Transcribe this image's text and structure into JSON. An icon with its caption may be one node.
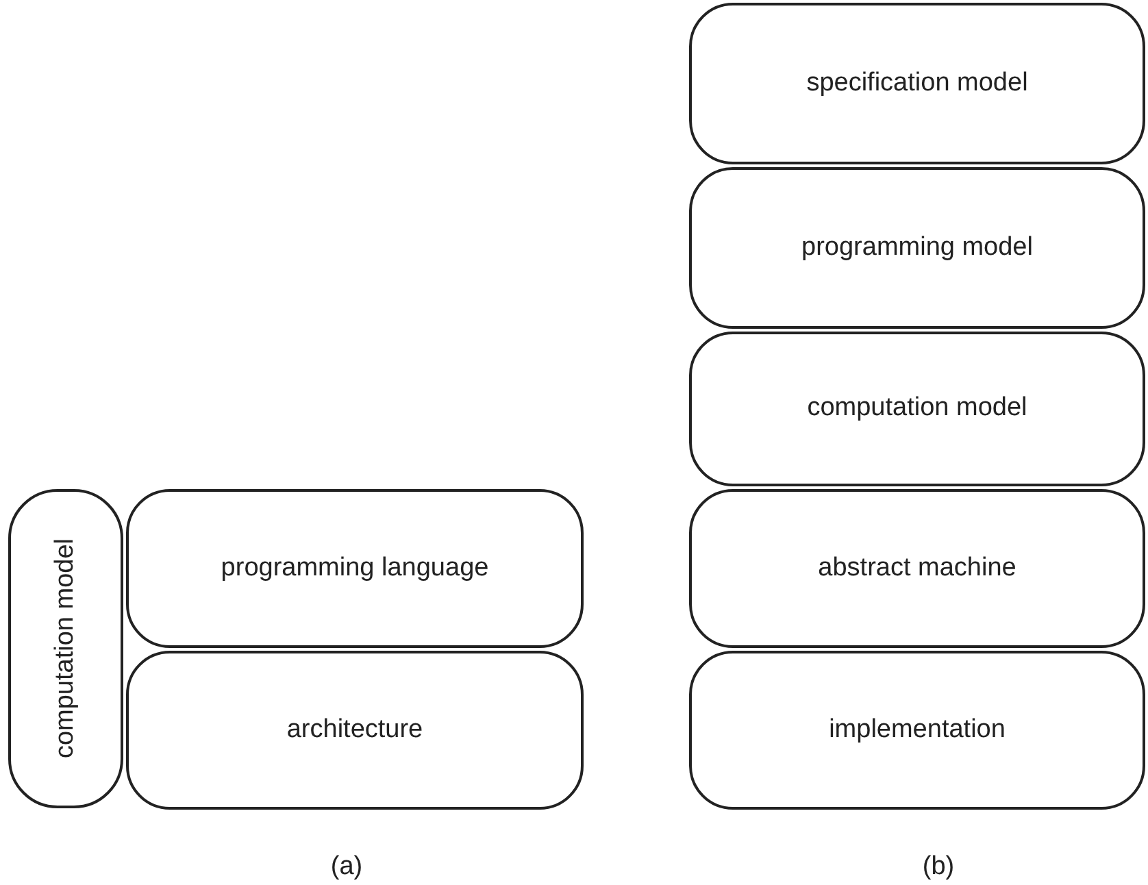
{
  "diagram": {
    "nodes": [
      {
        "text": [
          "computation model"
        ]
      },
      {
        "text": [
          "programming language"
        ]
      },
      {
        "text": [
          "architecture"
        ]
      },
      {
        "text": [
          "specification model"
        ]
      },
      {
        "text": [
          "programming model"
        ]
      },
      {
        "text": [
          "computation model"
        ]
      },
      {
        "text": [
          "abstract machine"
        ]
      },
      {
        "text": [
          "implementation"
        ]
      }
    ],
    "labels": [
      "(a)",
      "(b)"
    ]
  }
}
